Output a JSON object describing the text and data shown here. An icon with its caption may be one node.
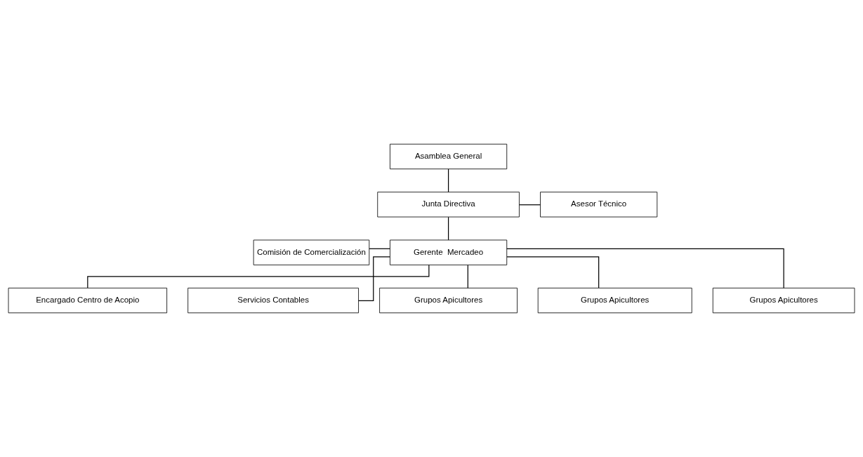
{
  "diagram": {
    "nodes": [
      {
        "text": [
          "Asamblea General"
        ]
      },
      {
        "text": [
          "Junta Directiva"
        ]
      },
      {
        "text": [
          "Asesor Técnico"
        ]
      },
      {
        "text": [
          "Comisión de Comercialización"
        ]
      },
      {
        "text": [
          "Gerente  Mercadeo"
        ]
      },
      {
        "text": [
          "Encargado Centro de Acopio"
        ]
      },
      {
        "text": [
          "Servicios Contables"
        ]
      },
      {
        "text": [
          "Grupos Apicultores"
        ]
      },
      {
        "text": [
          "Grupos Apicultores"
        ]
      },
      {
        "text": [
          "Grupos Apicultores"
        ]
      }
    ],
    "edges": [
      {
        "from": 0,
        "to": 1,
        "arrow": "none"
      },
      {
        "from": 1,
        "to": 2,
        "arrow": "none"
      },
      {
        "from": 1,
        "to": 4,
        "arrow": "none"
      },
      {
        "from": 3,
        "to": 4,
        "arrow": "none"
      },
      {
        "from": 4,
        "to": 5,
        "arrow": "none"
      },
      {
        "from": 4,
        "to": 6,
        "arrow": "none"
      },
      {
        "from": 4,
        "to": 7,
        "arrow": "none"
      },
      {
        "from": 4,
        "to": 8,
        "arrow": "none"
      },
      {
        "from": 4,
        "to": 9,
        "arrow": "none"
      }
    ]
  }
}
